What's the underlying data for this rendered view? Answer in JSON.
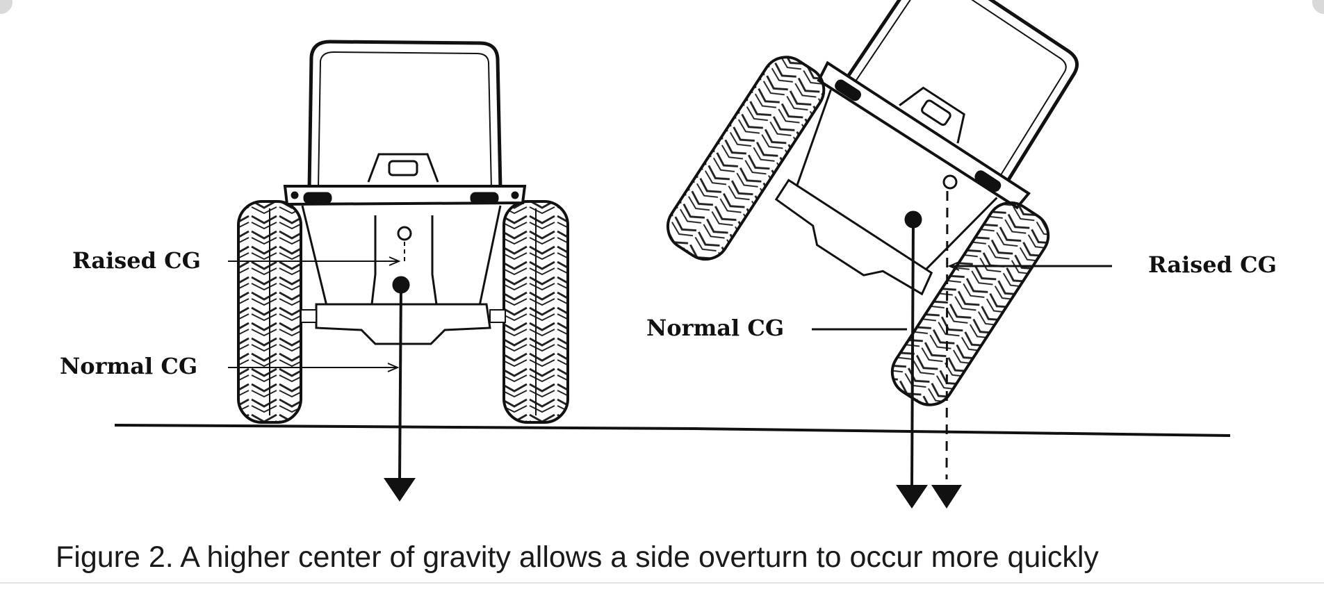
{
  "labels": {
    "left_raised_cg": "Raised CG",
    "left_normal_cg": "Normal CG",
    "right_normal_cg": "Normal CG",
    "right_raised_cg": "Raised CG"
  },
  "caption": "Figure 2.  A higher center of gravity allows a side overturn to occur more quickly"
}
